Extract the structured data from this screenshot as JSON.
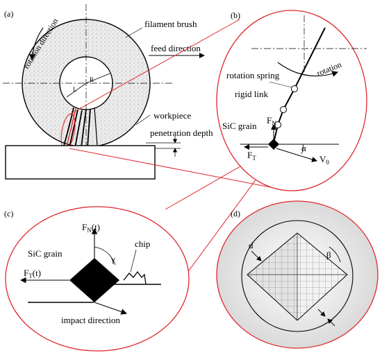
{
  "panel_a": {
    "tag": "(a)",
    "filament_brush": "filament brush",
    "feed_direction": "feed direction",
    "rotation_direction": "rotation direction",
    "r_label": "R",
    "l_label": "L",
    "workpiece": "workpiece",
    "penetration_depth": "penetration depth"
  },
  "panel_b": {
    "tag": "(b)",
    "rotation_spring": "rotation spring",
    "rotation": "rotation",
    "rigid_link": "rigid link",
    "sic_grain": "SiC grain",
    "fn": "F",
    "fn_sub": "N",
    "ft": "F",
    "ft_sub": "T",
    "alpha": "α",
    "v0": "V",
    "v0_sub": "0"
  },
  "panel_c": {
    "tag": "(c)",
    "fn": "F",
    "fn_sub": "N",
    "fn_t": "(t)",
    "ft": "F",
    "ft_sub": "T",
    "ft_t": "(t)",
    "sic_grain": "SiC grain",
    "gamma": "γ",
    "chip": "chip",
    "impact_direction": "impact direction"
  },
  "panel_d": {
    "tag": "(d)",
    "d_label": "d",
    "beta": "β"
  },
  "colors": {
    "zoom_lines": "#e0262b",
    "ink": "#000000"
  }
}
